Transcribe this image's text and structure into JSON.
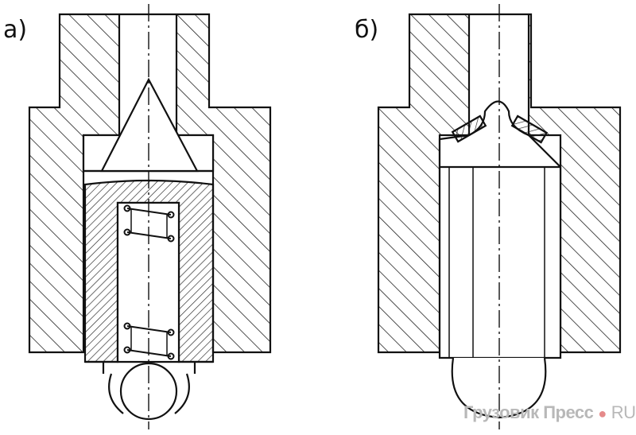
{
  "labels": {
    "a": "а)",
    "b": "б)"
  },
  "watermark": {
    "name": "Грузовик Пресс",
    "dot": "●",
    "domain": "RU"
  },
  "colors": {
    "line": "#111111",
    "watermark": "#b8b8b8",
    "dot": "#e58a8a"
  }
}
